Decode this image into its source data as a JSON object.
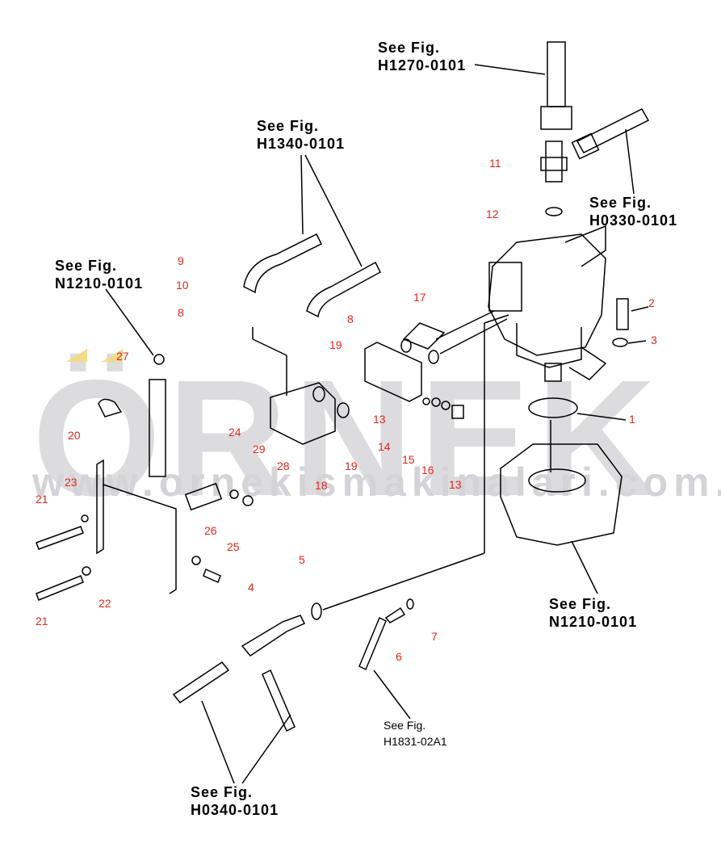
{
  "watermark": {
    "logo": "ÖRNEK",
    "url": "www.ornekismakinalari.com.tr"
  },
  "references": [
    {
      "line1": "See Fig.",
      "line2": "H1270-0101"
    },
    {
      "line1": "See Fig.",
      "line2": "H1340-0101"
    },
    {
      "line1": "See Fig.",
      "line2": "H0330-0101"
    },
    {
      "line1": "See Fig.",
      "line2": "N1210-0101"
    },
    {
      "line1": "See Fig.",
      "line2": "N1210-0101"
    },
    {
      "line1": "See Fig.",
      "line2": "H1831-02A1"
    },
    {
      "line1": "See Fig.",
      "line2": "H0340-0101"
    }
  ],
  "callouts": [
    "11",
    "12",
    "9",
    "10",
    "8",
    "8",
    "17",
    "2",
    "3",
    "19",
    "27",
    "13",
    "1",
    "14",
    "15",
    "16",
    "13",
    "19",
    "18",
    "20",
    "24",
    "29",
    "28",
    "23",
    "21",
    "26",
    "25",
    "22",
    "21",
    "5",
    "4",
    "7",
    "6"
  ],
  "colors": {
    "callout": "#e0261b",
    "watermark": "#dcdcdf",
    "accent": "#f3d98a"
  }
}
